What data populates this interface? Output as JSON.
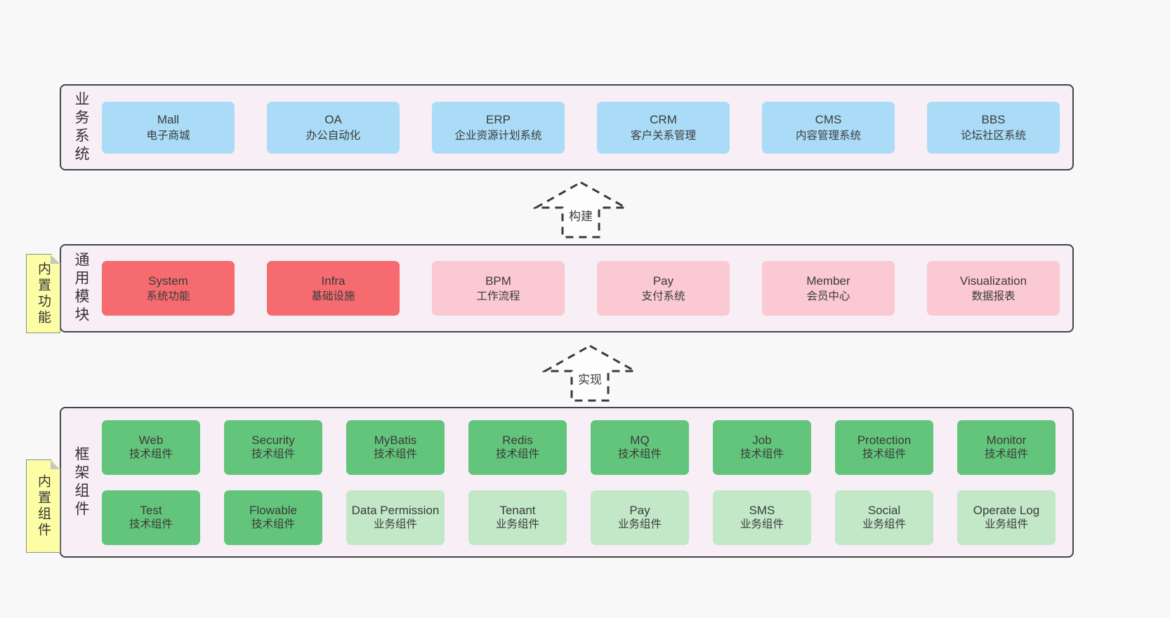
{
  "colors": {
    "page_bg": "#f8f8f8",
    "band_bg": "#f7eef6",
    "band_border": "#454545",
    "blue_box": "#aadcf7",
    "red_box": "#f56b6f",
    "pink_box": "#fac9d1",
    "green_box": "#63c57b",
    "lightgreen_box": "#c2e8c8",
    "sticky_yellow": "#fdfda6"
  },
  "arrows": [
    {
      "label": "构建"
    },
    {
      "label": "实现"
    }
  ],
  "bands": [
    {
      "label": "业务系统",
      "boxes": [
        {
          "name": "Mall",
          "desc": "电子商城"
        },
        {
          "name": "OA",
          "desc": "办公自动化"
        },
        {
          "name": "ERP",
          "desc": "企业资源计划系统"
        },
        {
          "name": "CRM",
          "desc": "客户关系管理"
        },
        {
          "name": "CMS",
          "desc": "内容管理系统"
        },
        {
          "name": "BBS",
          "desc": "论坛社区系统"
        }
      ]
    },
    {
      "label": "通用模块",
      "sticky": "内置功能",
      "boxes": [
        {
          "name": "System",
          "desc": "系统功能"
        },
        {
          "name": "Infra",
          "desc": "基础设施"
        },
        {
          "name": "BPM",
          "desc": "工作流程"
        },
        {
          "name": "Pay",
          "desc": "支付系统"
        },
        {
          "name": "Member",
          "desc": "会员中心"
        },
        {
          "name": "Visualization",
          "desc": "数据报表"
        }
      ]
    },
    {
      "label": "框架组件",
      "sticky": "内置组件",
      "row1": [
        {
          "name": "Web",
          "desc": "技术组件"
        },
        {
          "name": "Security",
          "desc": "技术组件"
        },
        {
          "name": "MyBatis",
          "desc": "技术组件"
        },
        {
          "name": "Redis",
          "desc": "技术组件"
        },
        {
          "name": "MQ",
          "desc": "技术组件"
        },
        {
          "name": "Job",
          "desc": "技术组件"
        },
        {
          "name": "Protection",
          "desc": "技术组件"
        },
        {
          "name": "Monitor",
          "desc": "技术组件"
        }
      ],
      "row2": [
        {
          "name": "Test",
          "desc": "技术组件"
        },
        {
          "name": "Flowable",
          "desc": "技术组件"
        },
        {
          "name": "Data Permission",
          "desc": "业务组件"
        },
        {
          "name": "Tenant",
          "desc": "业务组件"
        },
        {
          "name": "Pay",
          "desc": "业务组件"
        },
        {
          "name": "SMS",
          "desc": "业务组件"
        },
        {
          "name": "Social",
          "desc": "业务组件"
        },
        {
          "name": "Operate Log",
          "desc": "业务组件"
        }
      ]
    }
  ]
}
